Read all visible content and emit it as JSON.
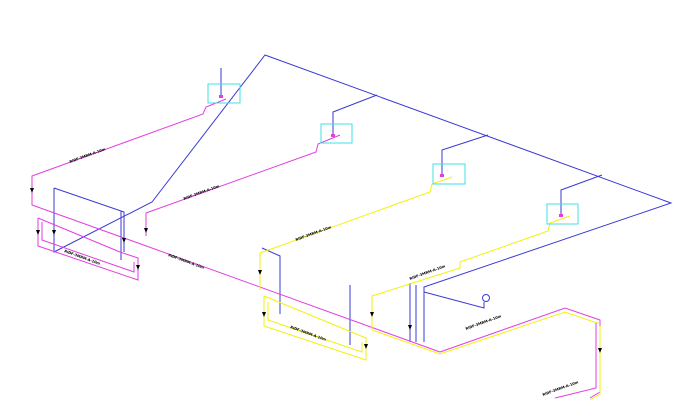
{
  "colors": {
    "background": "#ffffff",
    "blue": "#3a3ad6",
    "magenta": "#e23ee0",
    "yellow": "#f2f20a",
    "cyan": "#3fe0e4",
    "label": "#000000"
  },
  "labels": {
    "m1": "RIDF-3MRM-A-10m",
    "m2": "RIDF-3MRM-A-10m",
    "m3": "RIDF-3MRM-A-10m",
    "m4": "RIDF-3MRM-A-10m",
    "y1": "RIDF-3MRM-A-10m",
    "y2": "RIDF-3MRM-A-10m",
    "y3": "RIDF-3MRM-A-10m",
    "y4": "RIDF-3MRM-A-10m",
    "e1": "RIDF-3MRM-A-10m"
  }
}
